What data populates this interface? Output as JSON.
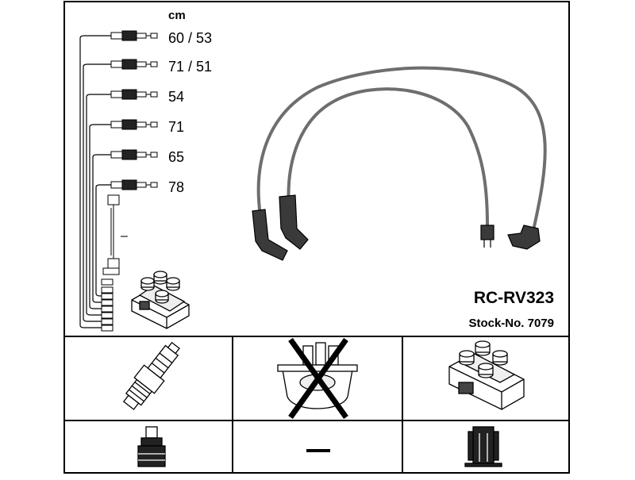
{
  "unit_label": "cm",
  "cable_lengths": [
    "60 / 53",
    "71 / 51",
    "54",
    "71",
    "65",
    "78"
  ],
  "extra_dash": "–",
  "product": {
    "model": "RC-RV323",
    "stock_number": "Stock-No. 7079"
  },
  "components": {
    "row1": [
      "spark-plug",
      "distributor-cap-crossed",
      "ignition-coil"
    ],
    "row2": [
      "plug-connector",
      "none-dash",
      "coil-connector"
    ]
  },
  "colors": {
    "line": "#000000",
    "cable": "#6e6e6e",
    "background": "#ffffff"
  }
}
